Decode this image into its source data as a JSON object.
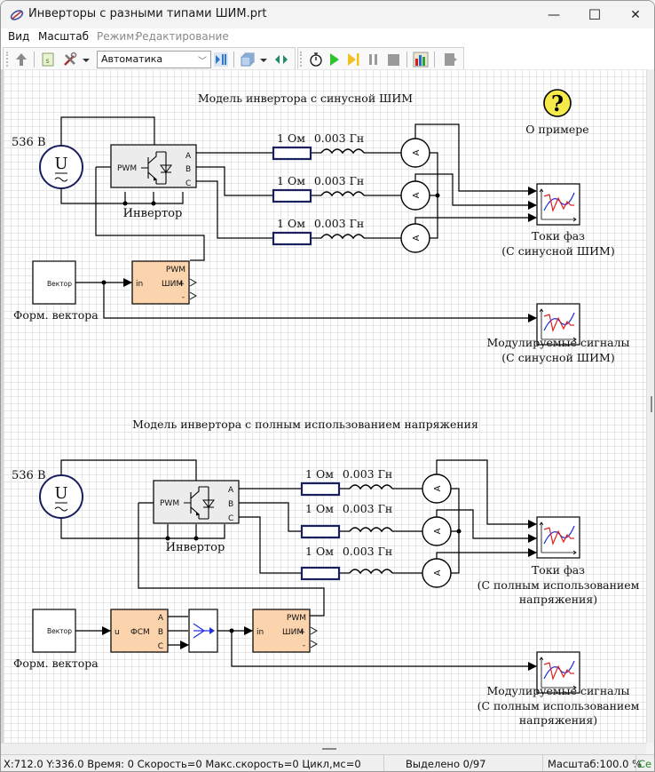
{
  "window": {
    "title": "Инверторы с разными типами ШИМ.prt",
    "controls": {
      "minimize": "—",
      "maximize": "☐",
      "close": "✕"
    }
  },
  "menu": {
    "items": [
      {
        "label": "Вид"
      },
      {
        "label": "Масштаб"
      },
      {
        "label": "Режим:"
      },
      {
        "label": "Редактирование"
      }
    ]
  },
  "toolbar": {
    "mode_select": {
      "value": "Автоматика"
    },
    "buttons": [
      "up-arrow-icon",
      "script-icon",
      "tools-icon",
      "dropdown-icon",
      "mode-select",
      "link-icon",
      "layers-icon",
      "dropdown-icon",
      "sync-icon",
      "stopwatch-icon",
      "play-icon",
      "step-icon",
      "pause-icon",
      "stop-icon",
      "chart-icon",
      "export-icon"
    ]
  },
  "diagram": {
    "about_label": "О примере",
    "section1": {
      "title": "Модель инвертора с синусной ШИМ",
      "source_voltage": "536 В",
      "source_symbol": "U",
      "inverter_label": "Инвертор",
      "inverter_ports": {
        "input": "PWM",
        "outputs": [
          "A",
          "B",
          "C"
        ]
      },
      "phases": [
        {
          "resistor": "1 Ом",
          "inductor": "0.003 Гн",
          "meter": "A"
        },
        {
          "resistor": "1 Ом",
          "inductor": "0.003 Гн",
          "meter": "A"
        },
        {
          "resistor": "1 Ом",
          "inductor": "0.003 Гн",
          "meter": "A"
        }
      ],
      "vector_block": {
        "inner": "Вектор",
        "label": "Форм. вектора"
      },
      "pwm_block": {
        "name": "ШИМ",
        "in": "in",
        "out": "PWM",
        "plus": "+",
        "minus": "-"
      },
      "scope_currents": {
        "line1": "Токи фаз",
        "line2": "(С синусной ШИМ)"
      },
      "scope_signals": {
        "line1": "Модулируемые сигналы",
        "line2": "(С синусной ШИМ)"
      }
    },
    "section2": {
      "title": "Модель инвертора с полным использованием напряжения",
      "source_voltage": "536 В",
      "source_symbol": "U",
      "inverter_label": "Инвертор",
      "inverter_ports": {
        "input": "PWM",
        "outputs": [
          "A",
          "B",
          "C"
        ]
      },
      "phases": [
        {
          "resistor": "1 Ом",
          "inductor": "0.003 Гн",
          "meter": "A"
        },
        {
          "resistor": "1 Ом",
          "inductor": "0.003 Гн",
          "meter": "A"
        },
        {
          "resistor": "1 Ом",
          "inductor": "0.003 Гн",
          "meter": "A"
        }
      ],
      "vector_block": {
        "inner": "Вектор",
        "label": "Форм. вектора"
      },
      "fsm_block": {
        "name": "ФСМ",
        "in": "u",
        "outputs": [
          "A",
          "B",
          "C"
        ]
      },
      "pwm_block": {
        "name": "ШИМ",
        "in": "in",
        "out": "PWM",
        "plus": "+",
        "minus": "-"
      },
      "scope_currents": {
        "line1": "Токи фаз",
        "line2": "(С полным использованием",
        "line3": "напряжения)"
      },
      "scope_signals": {
        "line1": "Модулируемые сигналы",
        "line2": "(С полным использованием",
        "line3": "напряжения)"
      }
    }
  },
  "status": {
    "coords": "X:712.0  Y:336.0 Время: 0 Скорость=0 Макс.скорость=0 Цикл,мс=0",
    "selection": "Выделено 0/97",
    "zoom": "Масштаб:100.0 %",
    "extra": "Се",
    "colors": {
      "extra": "#1e8a1e"
    }
  }
}
